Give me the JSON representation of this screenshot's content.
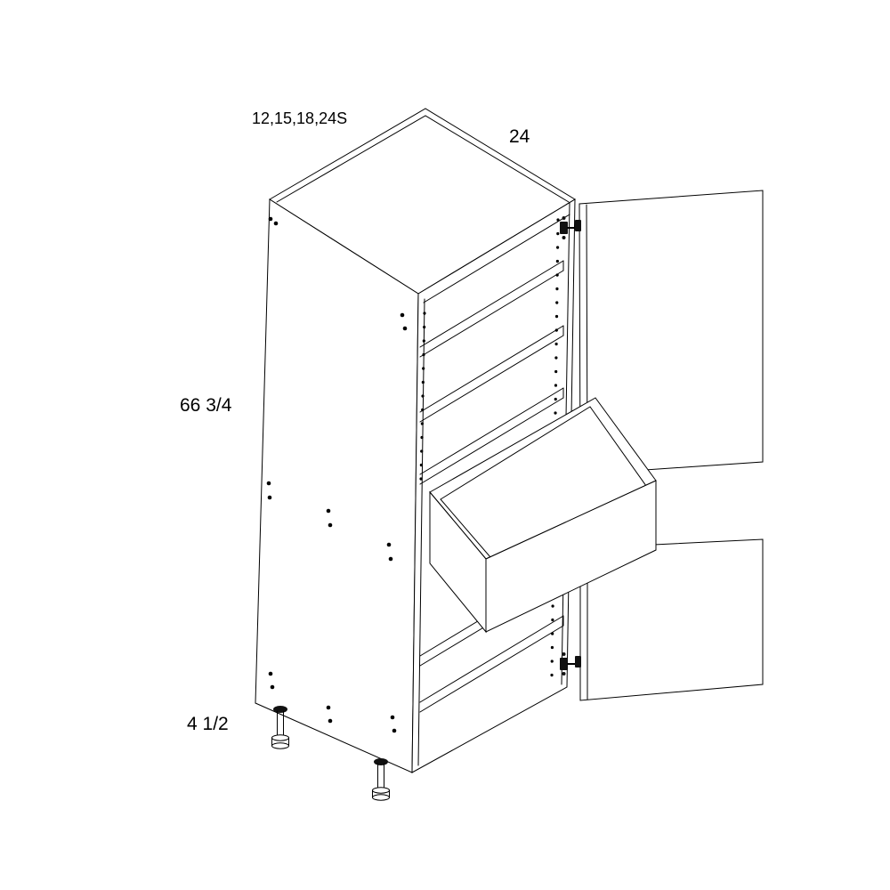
{
  "diagram": {
    "type": "cabinet-technical-drawing",
    "labels": {
      "width_options": "12,15,18,24S",
      "depth": "24",
      "height": "66 3/4",
      "leg_height": "4 1/2"
    },
    "colors": {
      "line": "#000000",
      "background": "#ffffff",
      "hardware": "#111111"
    }
  }
}
